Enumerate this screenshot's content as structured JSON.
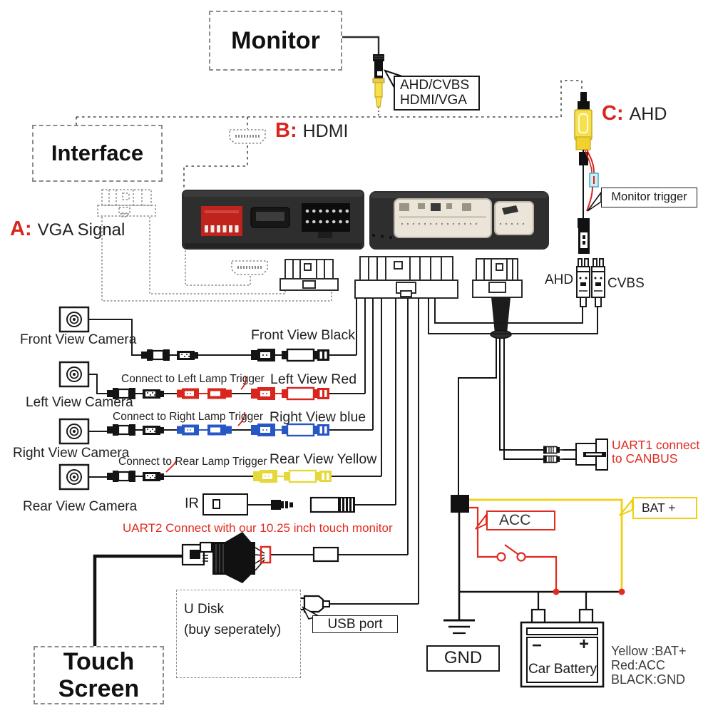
{
  "boxes": {
    "monitor": "Monitor",
    "interface": "Interface",
    "touch_line1": "Touch",
    "touch_line2": "Screen"
  },
  "cable_label": {
    "line1": "AHD/CVBS",
    "line2": "HDMI/VGA"
  },
  "signal_labels": {
    "a_prefix": "A:",
    "a_text": "VGA Signal",
    "b_prefix": "B:",
    "b_text": "HDMI",
    "c_prefix": "C:",
    "c_text": "AHD"
  },
  "monitor_trigger": {
    "label": "Monitor trigger"
  },
  "right_plugs": {
    "ahd": "AHD",
    "cvbs": "CVBS"
  },
  "cameras": [
    {
      "name": "Front View Camera",
      "trigger_label": "",
      "wire_label": "Front View Black"
    },
    {
      "name": "Left View Camera",
      "trigger_label": "Connect to Left Lamp Trigger",
      "wire_label": "Left View Red"
    },
    {
      "name": "Right View Camera",
      "trigger_label": "Connect to Right Lamp Trigger",
      "wire_label": "Right View blue"
    },
    {
      "name": "Rear View Camera",
      "trigger_label": "Connect to Rear Lamp Trigger",
      "wire_label": "Rear View Yellow"
    }
  ],
  "ir": {
    "label": "IR"
  },
  "notes": {
    "uart2": "UART2 Connect with our 10.25 inch touch monitor",
    "uart1_line1": "UART1 connect",
    "uart1_line2": "to CANBUS"
  },
  "usb": {
    "u_disk_line1": "U Disk",
    "u_disk_line2": "(buy seperately)",
    "usb_port": "USB port"
  },
  "power": {
    "acc": "ACC",
    "bat_plus": "BAT +",
    "gnd": "GND",
    "car_battery": "Car Battery",
    "minus": "−",
    "plus": "+"
  },
  "legend": {
    "line1": "Yellow :BAT+",
    "line2": "Red:ACC",
    "line3": "BLACK:GND"
  },
  "colors": {
    "accent_red": "#e02b20",
    "wire_yellow": "#f0d012",
    "connector_red": "#d8251e",
    "connector_blue": "#2757c4",
    "connector_yellow": "#e6d83a",
    "trigger_component_cyan": "#cdeef5"
  }
}
